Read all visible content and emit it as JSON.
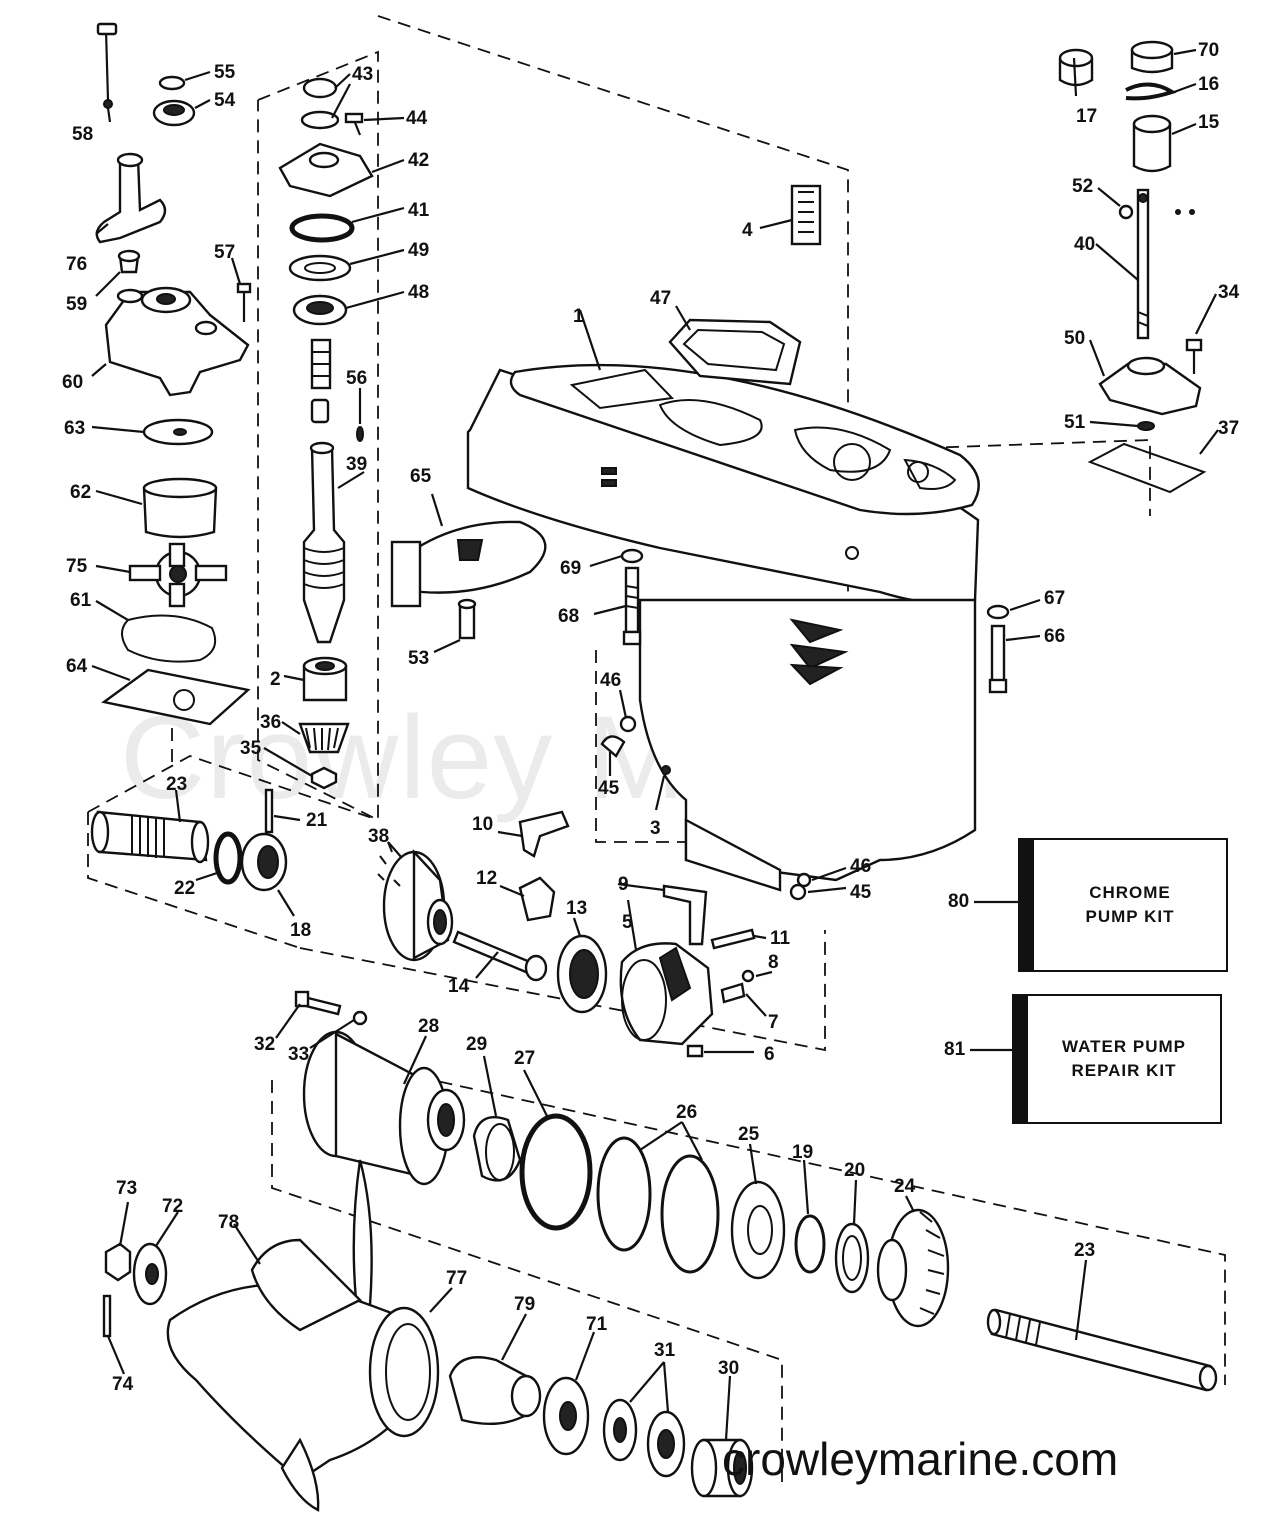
{
  "diagram": {
    "watermark": "Crowley Marine",
    "footer_url": "crowleymarine.com",
    "kits": [
      {
        "number": "80",
        "line1": "CHROME",
        "line2": "PUMP KIT"
      },
      {
        "number": "81",
        "line1": "WATER PUMP",
        "line2": "REPAIR KIT"
      }
    ],
    "part_labels": {
      "p1": "1",
      "p2": "2",
      "p3": "3",
      "p4": "4",
      "p5": "5",
      "p6": "6",
      "p7": "7",
      "p8": "8",
      "p9": "9",
      "p10": "10",
      "p11": "11",
      "p12": "12",
      "p13": "13",
      "p14": "14",
      "p15": "15",
      "p16": "16",
      "p17": "17",
      "p18": "18",
      "p19": "19",
      "p20": "20",
      "p21": "21",
      "p22": "22",
      "p23a": "23",
      "p23b": "23",
      "p24": "24",
      "p25": "25",
      "p26": "26",
      "p27": "27",
      "p28": "28",
      "p29": "29",
      "p30": "30",
      "p31": "31",
      "p32": "32",
      "p33": "33",
      "p34": "34",
      "p35": "35",
      "p36": "36",
      "p37": "37",
      "p38": "38",
      "p39": "39",
      "p40": "40",
      "p41": "41",
      "p42": "42",
      "p43": "43",
      "p44": "44",
      "p45a": "45",
      "p45b": "45",
      "p46a": "46",
      "p46b": "46",
      "p47": "47",
      "p48": "48",
      "p49": "49",
      "p50": "50",
      "p51": "51",
      "p52": "52",
      "p53": "53",
      "p54": "54",
      "p55": "55",
      "p56": "56",
      "p57": "57",
      "p58": "58",
      "p59": "59",
      "p60": "60",
      "p61": "61",
      "p62": "62",
      "p63": "63",
      "p64": "64",
      "p65": "65",
      "p66": "66",
      "p67": "67",
      "p68": "68",
      "p69": "69",
      "p70": "70",
      "p71": "71",
      "p72": "72",
      "p73": "73",
      "p74": "74",
      "p75": "75",
      "p76": "76",
      "p77": "77",
      "p78": "78",
      "p79": "79"
    }
  }
}
